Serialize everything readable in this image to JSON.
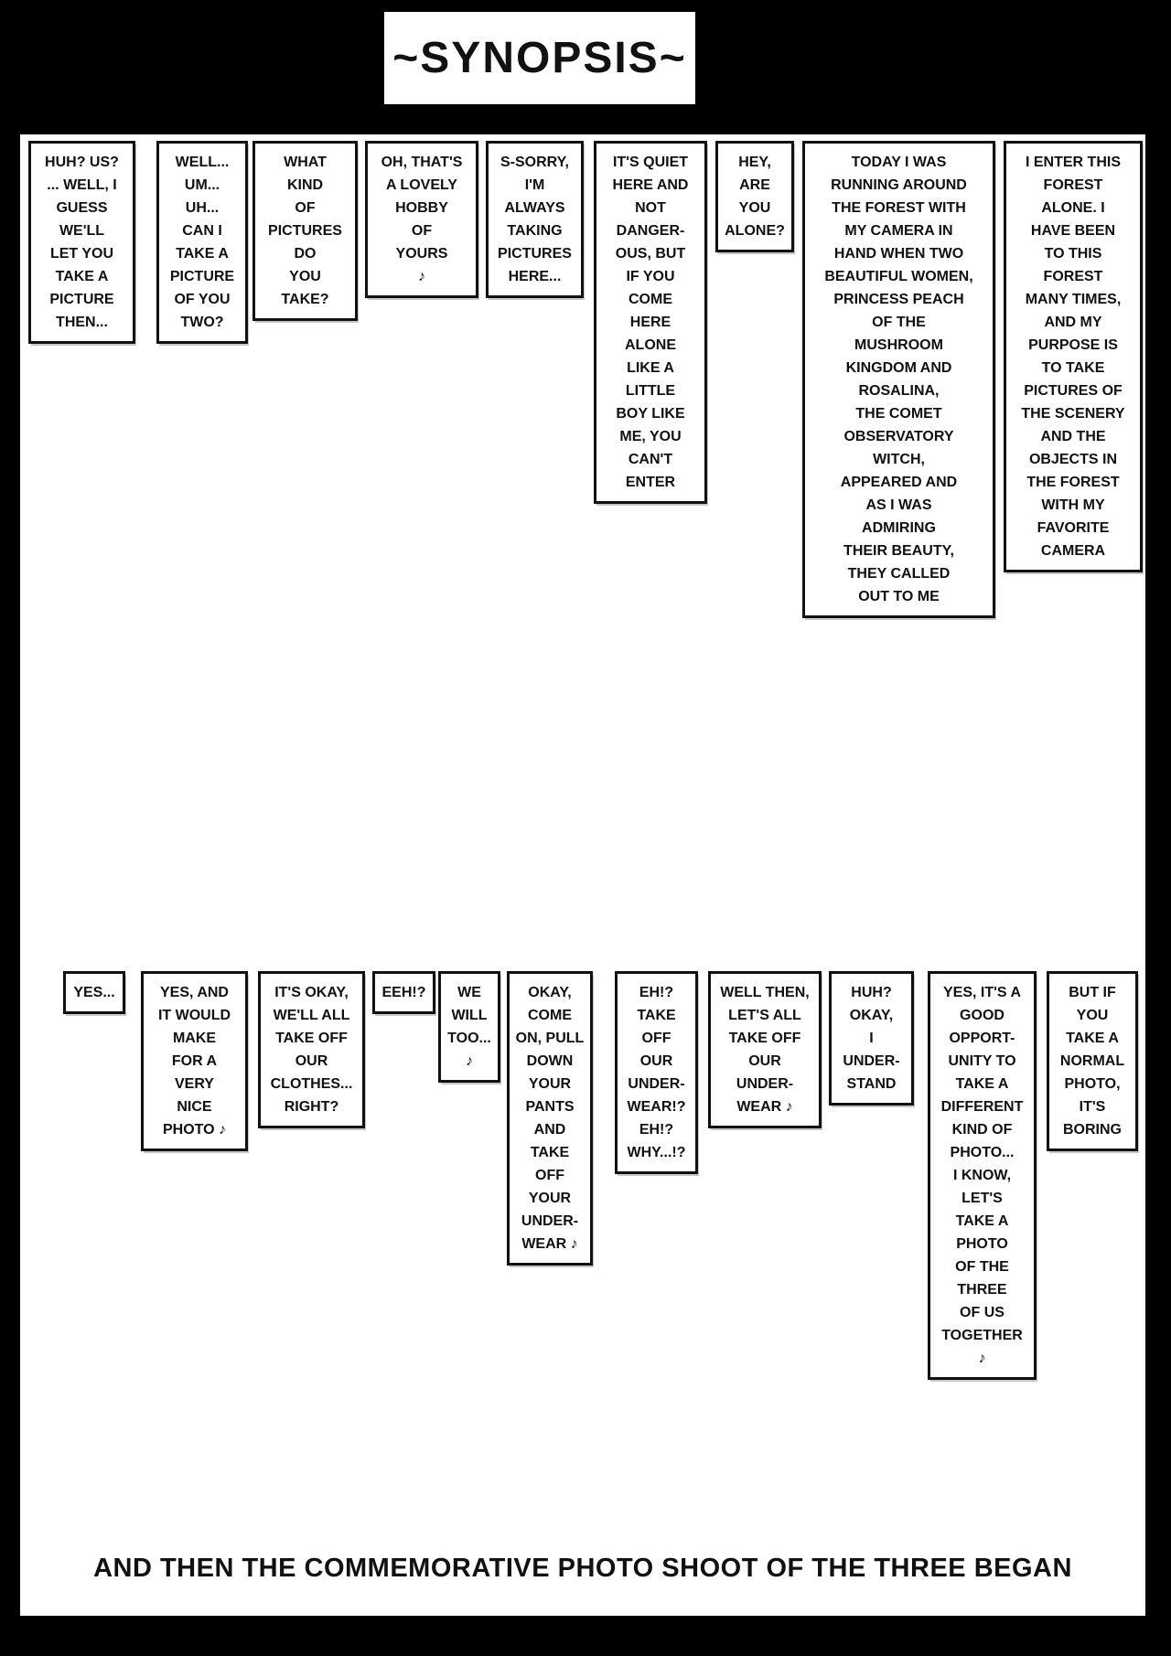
{
  "page": {
    "title": "~SYNOPSIS~",
    "caption": "AND THEN THE COMMEMORATIVE PHOTO SHOOT OF THE THREE BEGAN"
  },
  "rows": [
    {
      "boxes": [
        {
          "text": "HUH? US?\n... WELL, I\nGUESS\nWE'LL\nLET YOU\nTAKE A\nPICTURE\nTHEN..."
        },
        {
          "text": "WELL...\nUM...\nUH...\nCAN I\nTAKE A\nPICTURE\nOF YOU\nTWO?"
        },
        {
          "text": "WHAT\nKIND\nOF\nPICTURES\nDO\nYOU\nTAKE?"
        },
        {
          "text": "OH, THAT'S\nA LOVELY\nHOBBY\nOF\nYOURS\n♪"
        },
        {
          "text": "S-SORRY,\nI'M\nALWAYS\nTAKING\nPICTURES\nHERE..."
        },
        {
          "text": "IT'S QUIET\nHERE AND\nNOT\nDANGER-\nOUS, BUT\nIF YOU\nCOME\nHERE\nALONE\nLIKE A\nLITTLE\nBOY LIKE\nME, YOU\nCAN'T\nENTER"
        },
        {
          "text": "HEY,\nARE\nYOU\nALONE?"
        },
        {
          "text": "TODAY I WAS\nRUNNING AROUND\nTHE FOREST WITH\nMY CAMERA IN\nHAND WHEN TWO\nBEAUTIFUL WOMEN,\nPRINCESS PEACH\nOF THE\nMUSHROOM\nKINGDOM AND\nROSALINA,\nTHE COMET\nOBSERVATORY\nWITCH,\nAPPEARED AND\nAS I WAS\nADMIRING\nTHEIR BEAUTY,\nTHEY CALLED\nOUT TO ME"
        },
        {
          "text": "I ENTER THIS\nFOREST\nALONE. I\nHAVE BEEN\nTO THIS\nFOREST\nMANY TIMES,\nAND MY\nPURPOSE IS\nTO TAKE\nPICTURES OF\nTHE SCENERY\nAND THE\nOBJECTS IN\nTHE FOREST\nWITH MY\nFAVORITE\nCAMERA"
        }
      ]
    },
    {
      "boxes": [
        {
          "text": "YES..."
        },
        {
          "text": "YES, AND\nIT WOULD\nMAKE\nFOR A\nVERY\nNICE\nPHOTO ♪"
        },
        {
          "text": "IT'S OKAY,\nWE'LL ALL\nTAKE OFF\nOUR\nCLOTHES...\nRIGHT?"
        },
        {
          "text": "EEH!?"
        },
        {
          "text": "WE\nWILL\nTOO...\n♪"
        },
        {
          "text": "OKAY,\nCOME\nON, PULL\nDOWN\nYOUR\nPANTS\nAND\nTAKE\nOFF\nYOUR\nUNDER-\nWEAR ♪"
        },
        {
          "text": "EH!?\nTAKE\nOFF\nOUR\nUNDER-\nWEAR!?\nEH!?\nWHY...!?"
        },
        {
          "text": "WELL THEN,\nLET'S ALL\nTAKE OFF\nOUR\nUNDER-\nWEAR ♪"
        },
        {
          "text": "HUH?\nOKAY,\nI\nUNDER-\nSTAND"
        },
        {
          "text": "YES, IT'S A\nGOOD\nOPPORT-\nUNITY TO\nTAKE A\nDIFFERENT\nKIND OF\nPHOTO...\nI KNOW,\nLET'S\nTAKE A\nPHOTO\nOF THE\nTHREE\nOF US\nTOGETHER\n♪"
        },
        {
          "text": "BUT IF\nYOU\nTAKE A\nNORMAL\nPHOTO,\nIT'S\nBORING"
        }
      ]
    }
  ]
}
